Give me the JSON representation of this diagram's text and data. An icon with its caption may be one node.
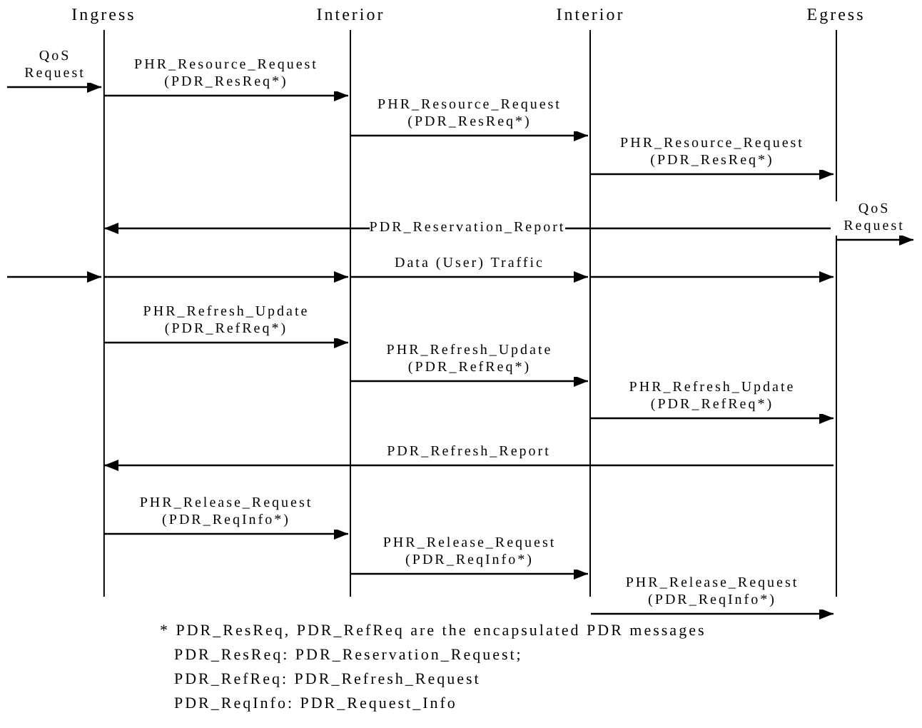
{
  "diagram": {
    "nodes": [
      {
        "text": [
          "Ingress"
        ]
      },
      {
        "text": [
          "Interior"
        ]
      },
      {
        "text": [
          "Interior"
        ]
      },
      {
        "text": [
          "Egress"
        ]
      }
    ],
    "edges": [
      {
        "from": null,
        "to": 0,
        "arrow": "to",
        "label": "QoS Request"
      },
      {
        "from": 0,
        "to": 1,
        "arrow": "to",
        "label": "PHR_Resource_Request (PDR_ResReq*)"
      },
      {
        "from": 1,
        "to": 2,
        "arrow": "to",
        "label": "PHR_Resource_Request (PDR_ResReq*)"
      },
      {
        "from": 2,
        "to": 3,
        "arrow": "to",
        "label": "PHR_Resource_Request (PDR_ResReq*)"
      },
      {
        "from": 3,
        "to": 0,
        "arrow": "to",
        "label": "PDR_Reservation_Report"
      },
      {
        "from": 3,
        "to": null,
        "arrow": "to",
        "label": "QoS Request"
      },
      {
        "from": null,
        "to": 0,
        "arrow": "to"
      },
      {
        "from": 0,
        "to": 1,
        "arrow": "to"
      },
      {
        "from": 1,
        "to": 2,
        "arrow": "to",
        "label": "Data (User) Traffic"
      },
      {
        "from": 2,
        "to": 3,
        "arrow": "to"
      },
      {
        "from": 0,
        "to": 1,
        "arrow": "to",
        "label": "PHR_Refresh_Update (PDR_RefReq*)"
      },
      {
        "from": 1,
        "to": 2,
        "arrow": "to",
        "label": "PHR_Refresh_Update (PDR_RefReq*)"
      },
      {
        "from": 2,
        "to": 3,
        "arrow": "to",
        "label": "PHR_Refresh_Update (PDR_RefReq*)"
      },
      {
        "from": 3,
        "to": 0,
        "arrow": "to",
        "label": "PDR_Refresh_Report"
      },
      {
        "from": 0,
        "to": 1,
        "arrow": "to",
        "label": "PHR_Release_Request (PDR_ReqInfo*)"
      },
      {
        "from": 1,
        "to": 2,
        "arrow": "to",
        "label": "PHR_Release_Request (PDR_ReqInfo*)"
      },
      {
        "from": 2,
        "to": 3,
        "arrow": "to",
        "label": "PHR_Release_Request (PDR_ReqInfo*)"
      }
    ],
    "labels": [
      "* PDR_ResReq, PDR_RefReq are the encapsulated PDR messages",
      "PDR_ResReq: PDR_Reservation_Request;",
      "PDR_RefReq: PDR_Refresh_Request",
      "PDR_ReqInfo: PDR_Request_Info"
    ]
  }
}
